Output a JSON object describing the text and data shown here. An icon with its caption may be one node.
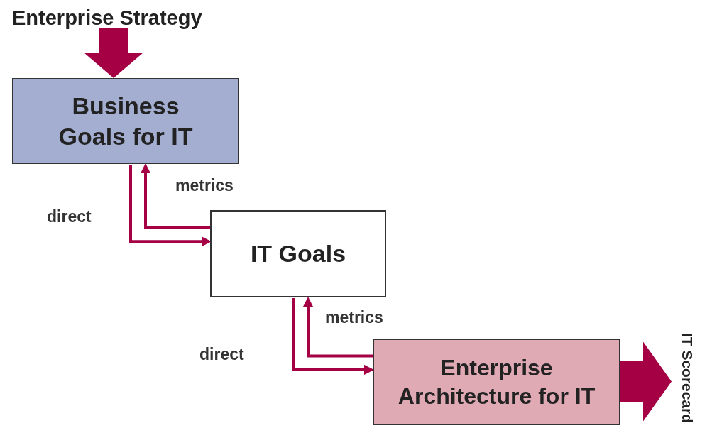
{
  "diagram": {
    "nodes": [
      {
        "text": [
          "Enterprise Strategy"
        ]
      },
      {
        "text": [
          "Business Goals for IT"
        ]
      },
      {
        "text": [
          "IT Goals"
        ]
      },
      {
        "text": [
          "Enterprise Architecture for IT"
        ]
      },
      {
        "text": [
          "IT Scorecard"
        ]
      }
    ],
    "edges": [
      {
        "from": 0,
        "to": 1,
        "arrow": "to",
        "style": "thick"
      },
      {
        "from": 1,
        "to": 2,
        "arrow": "to",
        "label": "direct"
      },
      {
        "from": 2,
        "to": 1,
        "arrow": "to",
        "label": "metrics"
      },
      {
        "from": 2,
        "to": 3,
        "arrow": "to",
        "label": "direct"
      },
      {
        "from": 3,
        "to": 2,
        "arrow": "to",
        "label": "metrics"
      },
      {
        "from": 3,
        "to": 4,
        "arrow": "to",
        "style": "thick"
      }
    ]
  }
}
